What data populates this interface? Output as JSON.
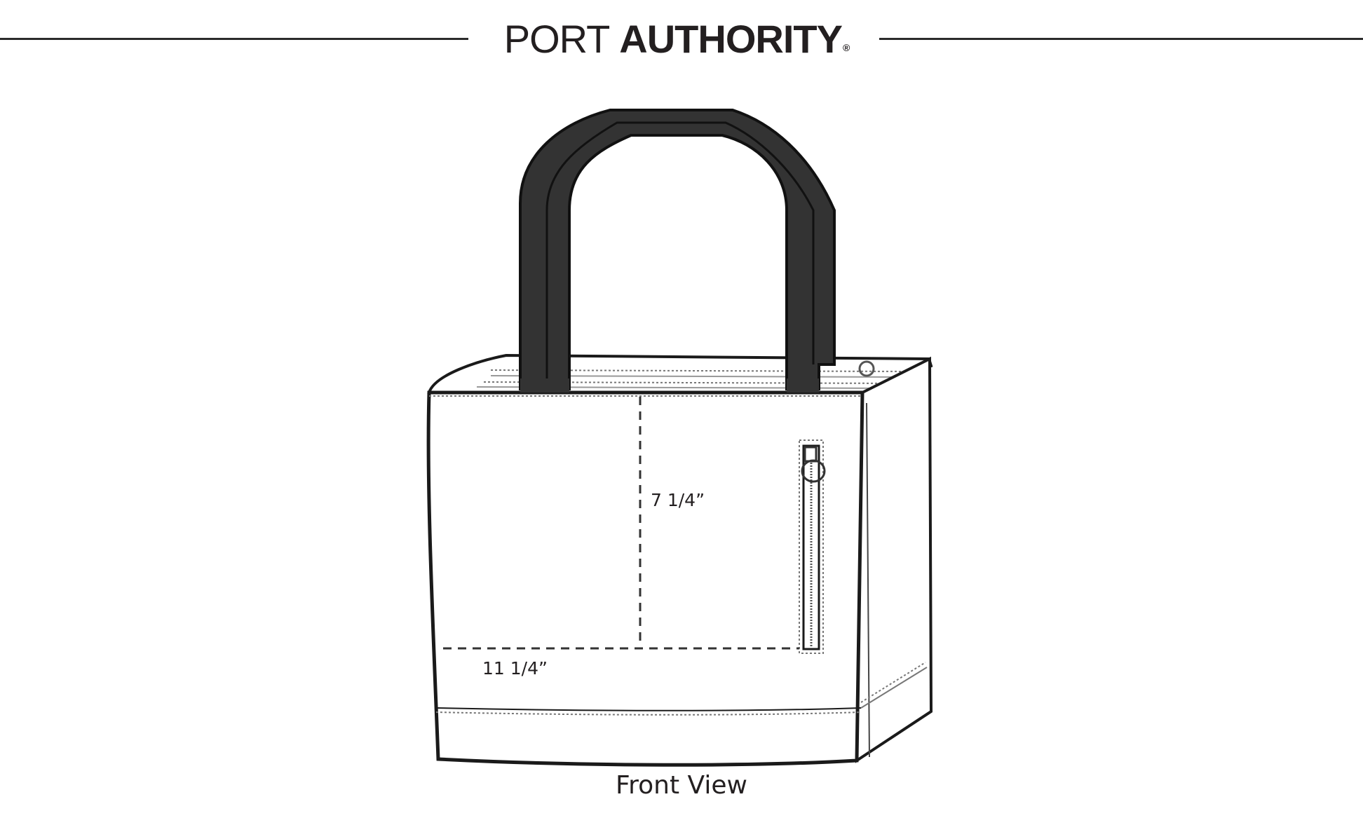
{
  "brand": {
    "light": "PORT",
    "bold": "AUTHORITY",
    "registered": "®"
  },
  "dimensions": {
    "height": "7 1/4”",
    "width": "11 1/4”"
  },
  "caption": "Front View",
  "colors": {
    "handle": "#333333",
    "outline": "#1a1a1a",
    "stitch": "#777777"
  }
}
